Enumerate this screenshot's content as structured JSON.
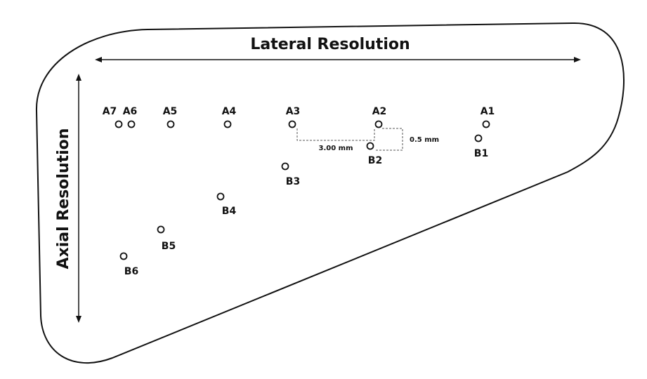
{
  "colors": {
    "stroke": "#111111",
    "background": "#ffffff",
    "dimension_line": "#555555"
  },
  "axes": {
    "lateral_label": "Lateral Resolution",
    "axial_label": "Axial Resolution"
  },
  "targets": {
    "row_a": [
      {
        "id": "A7"
      },
      {
        "id": "A6"
      },
      {
        "id": "A5"
      },
      {
        "id": "A4"
      },
      {
        "id": "A3"
      },
      {
        "id": "A2"
      },
      {
        "id": "A1"
      }
    ],
    "row_b": [
      {
        "id": "B1"
      },
      {
        "id": "B2"
      },
      {
        "id": "B3"
      },
      {
        "id": "B4"
      },
      {
        "id": "B5"
      },
      {
        "id": "B6"
      }
    ]
  },
  "dimensions": {
    "lateral_spacing": "3.00 mm",
    "axial_offset": "0.5 mm"
  }
}
